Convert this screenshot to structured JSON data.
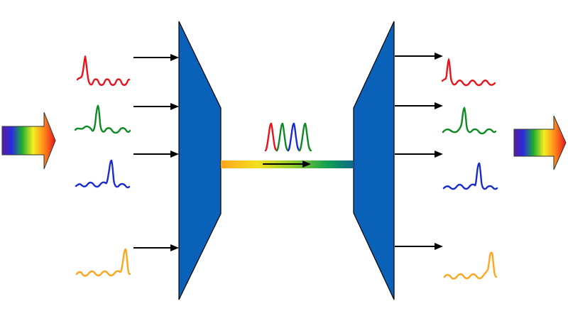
{
  "figure": {
    "description_colors": {
      "block": "#0A62B8",
      "block_edge": "#000000",
      "arrow": "#000000",
      "channel_red": "#E8141C",
      "channel_green": "#0E8A24",
      "channel_blue": "#1A2BD0",
      "channel_orange": "#FFA51E"
    },
    "mux": {
      "inputs": [
        {
          "channel": "red"
        },
        {
          "channel": "green"
        },
        {
          "channel": "blue"
        },
        {
          "channel": "orange"
        }
      ]
    },
    "demux": {
      "outputs": [
        {
          "channel": "red"
        },
        {
          "channel": "green"
        },
        {
          "channel": "blue"
        },
        {
          "channel": "orange"
        }
      ]
    },
    "fiber": {
      "combined_channels": [
        "red",
        "green",
        "blue",
        "green"
      ]
    },
    "icons": {
      "input_beam": "rainbow-arrow-icon",
      "output_beam": "rainbow-arrow-icon"
    }
  }
}
